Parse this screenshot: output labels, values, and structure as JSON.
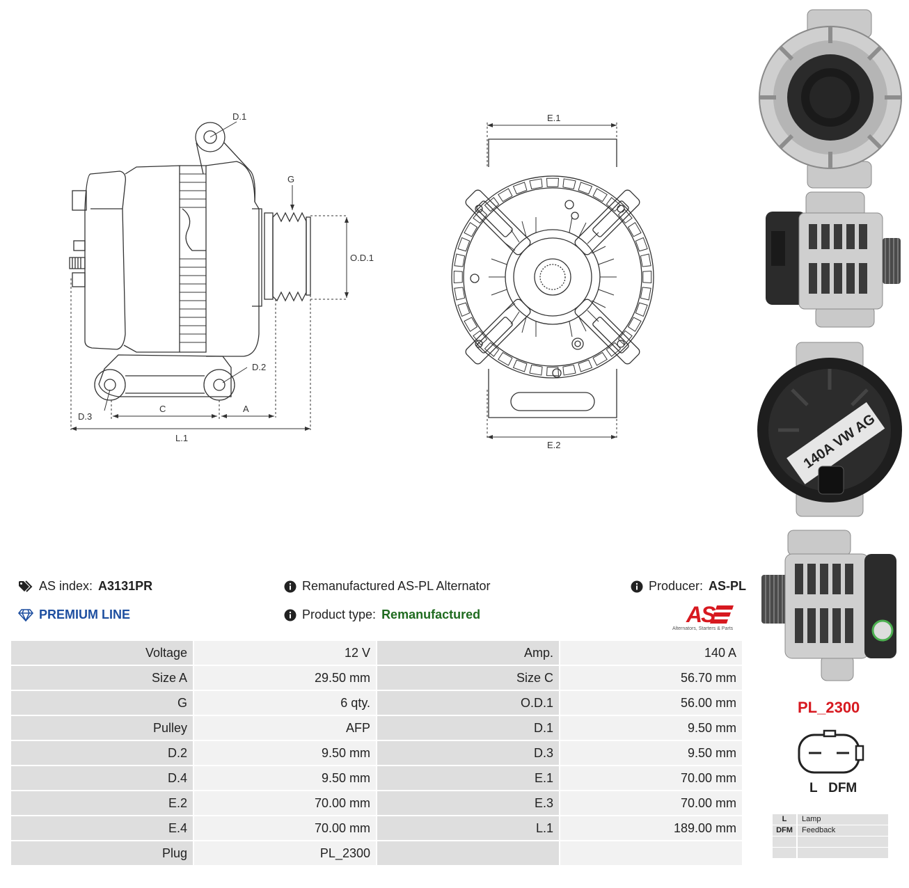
{
  "diagram": {
    "side_labels": {
      "d1": "D.1",
      "g": "G",
      "od1": "O.D.1",
      "d2": "D.2",
      "d3": "D.3",
      "c": "C",
      "a": "A",
      "l1": "L.1"
    },
    "front_labels": {
      "e1": "E.1",
      "e2": "E.2"
    }
  },
  "info": {
    "as_index_label": "AS index:",
    "as_index_value": "A3131PR",
    "premium_line": "PREMIUM LINE",
    "remanufactured_title": "Remanufactured AS-PL Alternator",
    "product_type_label": "Product type:",
    "product_type_value": "Remanufactured",
    "producer_label": "Producer:",
    "producer_value": "AS-PL",
    "logo_tagline": "Alternators, Starters & Parts",
    "logo_text": "AS"
  },
  "specs": [
    [
      "Voltage",
      "12 V",
      "Amp.",
      "140 A"
    ],
    [
      "Size A",
      "29.50 mm",
      "Size C",
      "56.70 mm"
    ],
    [
      "G",
      "6 qty.",
      "O.D.1",
      "56.00 mm"
    ],
    [
      "Pulley",
      "AFP",
      "D.1",
      "9.50 mm"
    ],
    [
      "D.2",
      "9.50 mm",
      "D.3",
      "9.50 mm"
    ],
    [
      "D.4",
      "9.50 mm",
      "E.1",
      "70.00 mm"
    ],
    [
      "E.2",
      "70.00 mm",
      "E.3",
      "70.00 mm"
    ],
    [
      "E.4",
      "70.00 mm",
      "L.1",
      "189.00 mm"
    ],
    [
      "Plug",
      "PL_2300",
      "",
      ""
    ]
  ],
  "plug": {
    "code": "PL_2300",
    "pins": "L   DFM",
    "legend": [
      {
        "pin": "L",
        "desc": "Lamp"
      },
      {
        "pin": "DFM",
        "desc": "Feedback"
      },
      {
        "pin": "",
        "desc": ""
      },
      {
        "pin": "",
        "desc": ""
      }
    ]
  },
  "photos": {
    "label_text": "140A VW AG"
  },
  "colors": {
    "brand_red": "#d71920",
    "green": "#1f6b1f",
    "blue": "#1e4fa0"
  }
}
